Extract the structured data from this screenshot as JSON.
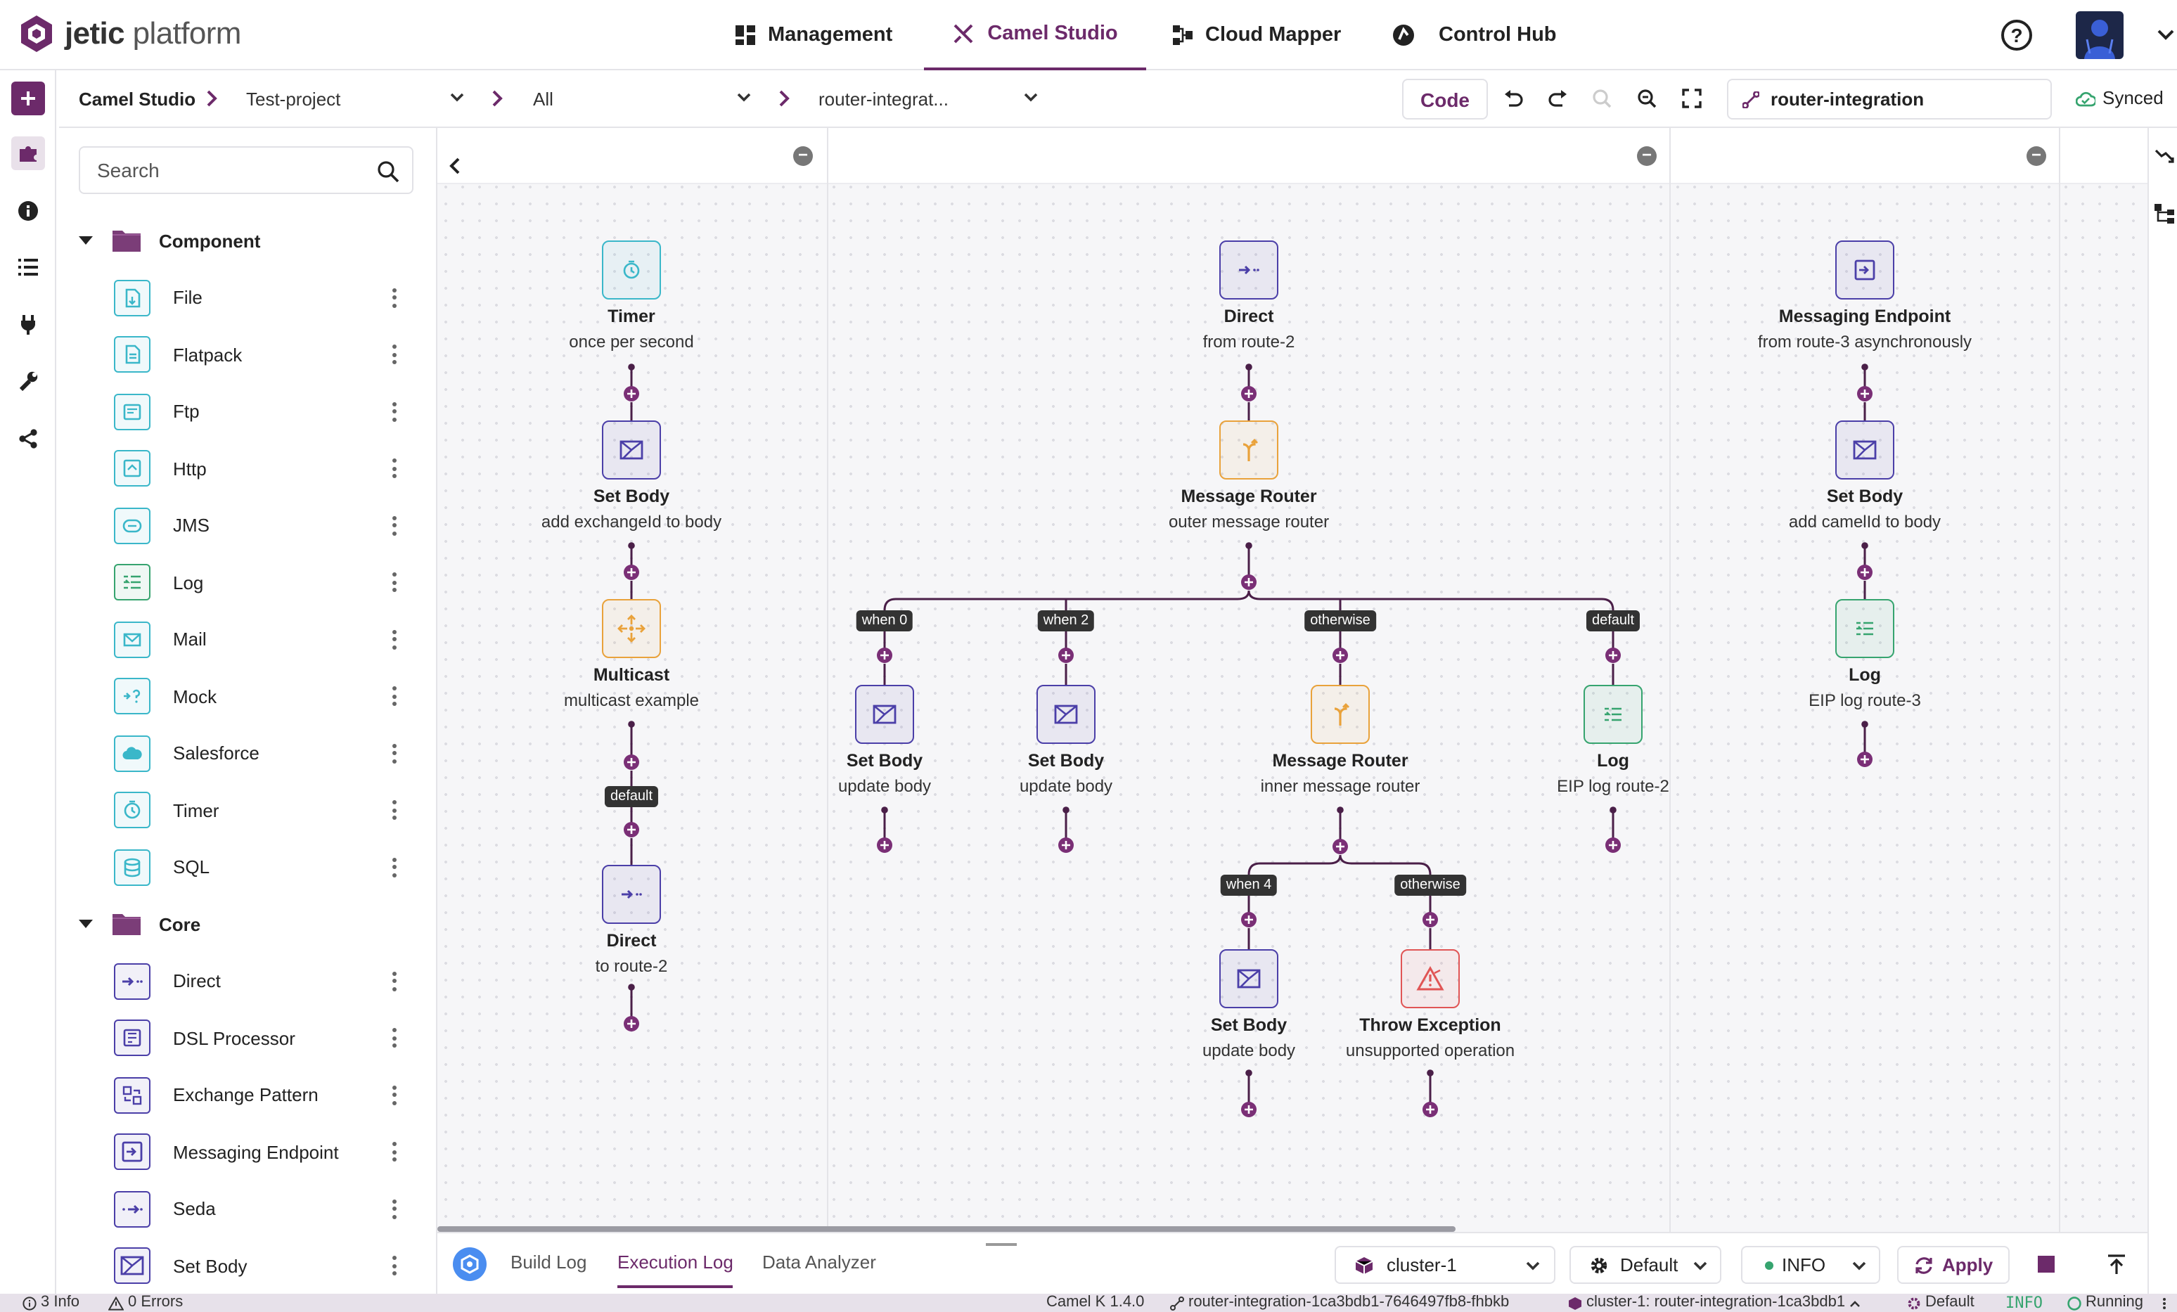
{
  "brand": {
    "name_bold": "jetic",
    "name_rest": " platform"
  },
  "nav": {
    "management": "Management",
    "camel_studio": "Camel Studio",
    "cloud_mapper": "Cloud Mapper",
    "control_hub": "Control Hub"
  },
  "help": "?",
  "breadcrumb": {
    "root": "Camel Studio",
    "project": "Test-project",
    "filter": "All",
    "integration": "router-integrat..."
  },
  "toolbar": {
    "code_label": "Code",
    "integration_name": "router-integration",
    "sync_status": "Synced"
  },
  "search": {
    "placeholder": "Search"
  },
  "sidebar": {
    "groups": [
      {
        "label": "Component",
        "items": [
          "File",
          "Flatpack",
          "Ftp",
          "Http",
          "JMS",
          "Log",
          "Mail",
          "Mock",
          "Salesforce",
          "Timer",
          "SQL"
        ]
      },
      {
        "label": "Core",
        "items": [
          "Direct",
          "DSL Processor",
          "Exchange Pattern",
          "Messaging Endpoint",
          "Seda",
          "Set Body"
        ]
      }
    ]
  },
  "routes": {
    "route1": [
      {
        "title": "Timer",
        "subtitle": "once per second"
      },
      {
        "title": "Set Body",
        "subtitle": "add exchangeId to body"
      },
      {
        "title": "Multicast",
        "subtitle": "multicast example"
      },
      {
        "title": "Direct",
        "subtitle": "to route-2"
      }
    ],
    "route1_branch": "default",
    "route2": {
      "direct": {
        "title": "Direct",
        "subtitle": "from route-2"
      },
      "router": {
        "title": "Message Router",
        "subtitle": "outer message router"
      },
      "branches": [
        "when 0",
        "when 2",
        "otherwise",
        "default"
      ],
      "setbody1": {
        "title": "Set Body",
        "subtitle": "update body"
      },
      "setbody2": {
        "title": "Set Body",
        "subtitle": "update body"
      },
      "inner_router": {
        "title": "Message Router",
        "subtitle": "inner message router"
      },
      "log": {
        "title": "Log",
        "subtitle": "EIP log route-2"
      },
      "inner_branches": [
        "when 4",
        "otherwise"
      ],
      "setbody3": {
        "title": "Set Body",
        "subtitle": "update body"
      },
      "throw": {
        "title": "Throw Exception",
        "subtitle": "unsupported operation"
      }
    },
    "route3": [
      {
        "title": "Messaging Endpoint",
        "subtitle": "from route-3 asynchronously"
      },
      {
        "title": "Set Body",
        "subtitle": "add camelId to body"
      },
      {
        "title": "Log",
        "subtitle": "EIP log route-3"
      }
    ]
  },
  "bottom": {
    "tabs": [
      "Build Log",
      "Execution Log",
      "Data Analyzer"
    ],
    "cluster": "cluster-1",
    "profile": "Default",
    "log_level": "INFO",
    "apply": "Apply"
  },
  "status": {
    "info": "3 Info",
    "errors": "0 Errors",
    "camel_version": "Camel K 1.4.0",
    "pod": "router-integration-1ca3bdb1-7646497fb8-fhbkb",
    "cluster_route": "cluster-1: router-integration-1ca3bdb1",
    "profile": "Default",
    "level": "INFO",
    "state": "Running"
  },
  "colors": {
    "accent": "#6c2a6a",
    "core": "#4b3fa8",
    "component": "#3ab7c9",
    "eip": "#e9a23b",
    "log": "#36a46f",
    "error": "#e05555"
  }
}
